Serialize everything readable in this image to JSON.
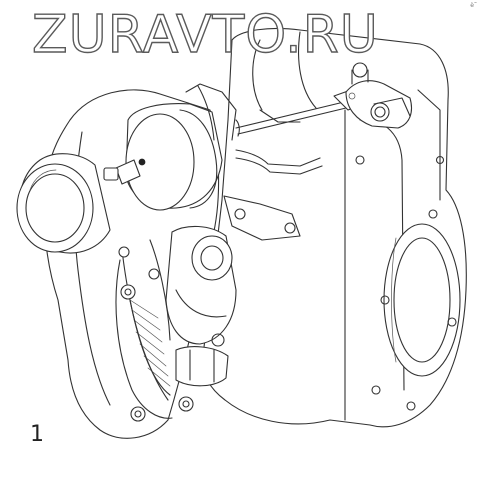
{
  "watermark": {
    "text": "ZURAVTO.RU"
  },
  "corner_mark": "è˜",
  "figure": {
    "index_label": "1",
    "icon": "turbocharger-line-drawing"
  }
}
